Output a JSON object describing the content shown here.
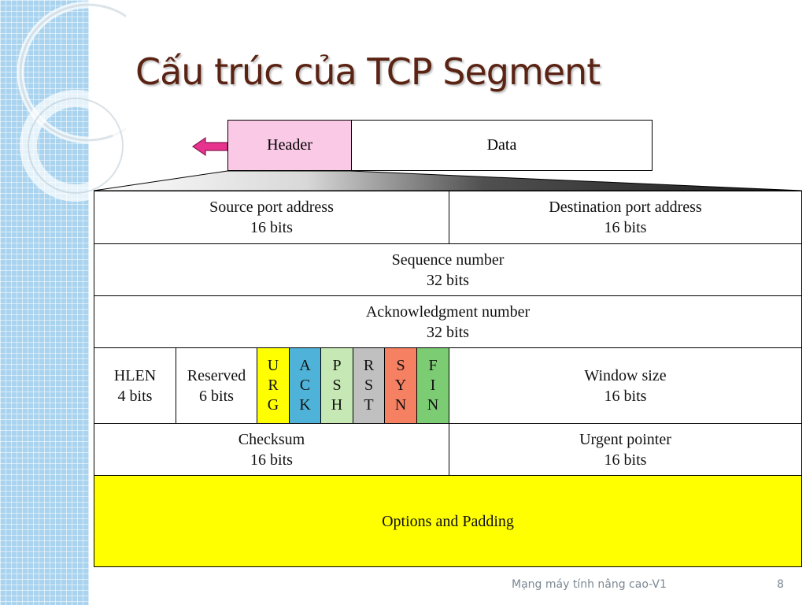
{
  "slide": {
    "title": "Cấu trúc của TCP Segment",
    "footer_text": "Mạng máy tính nâng cao-V1",
    "page_number": "8"
  },
  "segment": {
    "header_label": "Header",
    "data_label": "Data"
  },
  "header_fields": {
    "source_port": {
      "name": "Source port address",
      "size": "16 bits"
    },
    "destination_port": {
      "name": "Destination port address",
      "size": "16 bits"
    },
    "sequence_number": {
      "name": "Sequence number",
      "size": "32 bits"
    },
    "ack_number": {
      "name": "Acknowledgment number",
      "size": "32 bits"
    },
    "hlen": {
      "name": "HLEN",
      "size": "4 bits"
    },
    "reserved": {
      "name": "Reserved",
      "size": "6 bits"
    },
    "window_size": {
      "name": "Window size",
      "size": "16 bits"
    },
    "checksum": {
      "name": "Checksum",
      "size": "16 bits"
    },
    "urgent_pointer": {
      "name": "Urgent pointer",
      "size": "16 bits"
    },
    "options": {
      "name": "Options and Padding"
    }
  },
  "flags": [
    {
      "key": "urg",
      "letters": [
        "U",
        "R",
        "G"
      ],
      "color": "#ffff00"
    },
    {
      "key": "ack",
      "letters": [
        "A",
        "C",
        "K"
      ],
      "color": "#4fb3d9"
    },
    {
      "key": "psh",
      "letters": [
        "P",
        "S",
        "H"
      ],
      "color": "#c6e8b4"
    },
    {
      "key": "rst",
      "letters": [
        "R",
        "S",
        "T"
      ],
      "color": "#c0c0c0"
    },
    {
      "key": "syn",
      "letters": [
        "S",
        "Y",
        "N"
      ],
      "color": "#f58062"
    },
    {
      "key": "fin",
      "letters": [
        "F",
        "I",
        "N"
      ],
      "color": "#7ccc74"
    }
  ],
  "colors": {
    "title": "#5a2314",
    "header_box": "#f9c9e6",
    "options_fill": "#ffff00",
    "arrow": "#e8338e",
    "sidebar": "#a9d3ee"
  }
}
